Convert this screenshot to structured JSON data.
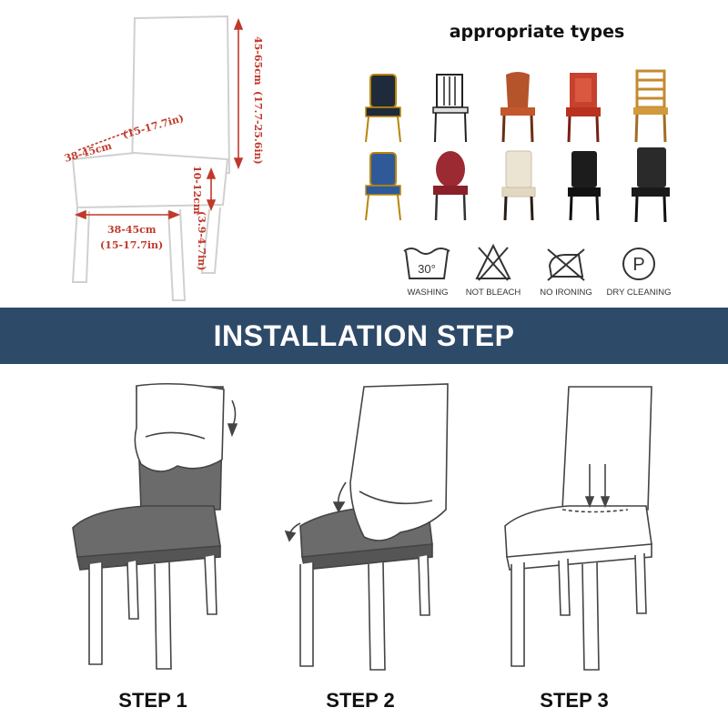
{
  "dimensions": {
    "height": "45-65cm",
    "height_in": "(17.7-25.6in)",
    "back_width": "38-45cm",
    "back_width_in": "(15-17.7in)",
    "seat_width": "38-45cm",
    "seat_width_in": "(15-17.7in)",
    "skirt": "10-12cm",
    "skirt_in": "(3.9-4.7in)"
  },
  "types_title": "appropriate types",
  "care": {
    "washing": "WASHING",
    "washing_temp": "30°",
    "not_bleach": "NOT BLEACH",
    "no_ironing": "NO IRONING",
    "dry_cleaning": "DRY CLEANING",
    "dry_symbol": "P"
  },
  "banner": "INSTALLATION STEP",
  "steps": [
    "STEP 1",
    "STEP 2",
    "STEP 3"
  ],
  "colors": {
    "banner": "#2e4a69",
    "dimension": "#c0392b",
    "seat_gray": "#6b6b6b"
  }
}
